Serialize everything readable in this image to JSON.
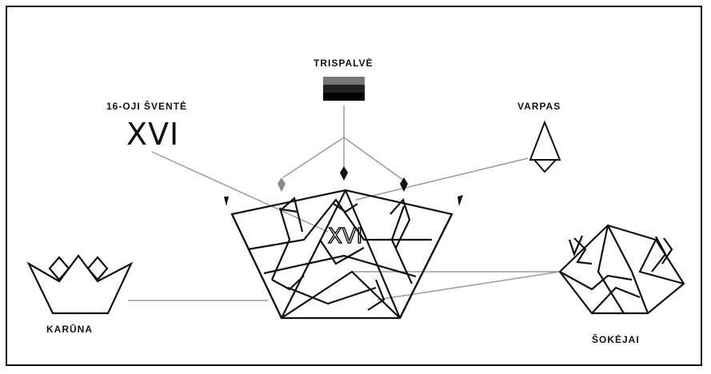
{
  "labels": {
    "trispalve": "TRISPALVĖ",
    "sventes_title": "16-OJI ŠVENTĖ",
    "roman_numeral": "XVI",
    "varpas": "VARPAS",
    "karuna": "KARŪNA",
    "sokejai": "ŠOKĖJAI"
  },
  "colors": {
    "stroke": "#111111",
    "connector": "#9a9a9a",
    "flag_top": "#777777",
    "flag_middle": "#222222",
    "flag_bottom": "#000000",
    "gem_light": "#8a8a8a",
    "gem_dark": "#111111"
  }
}
